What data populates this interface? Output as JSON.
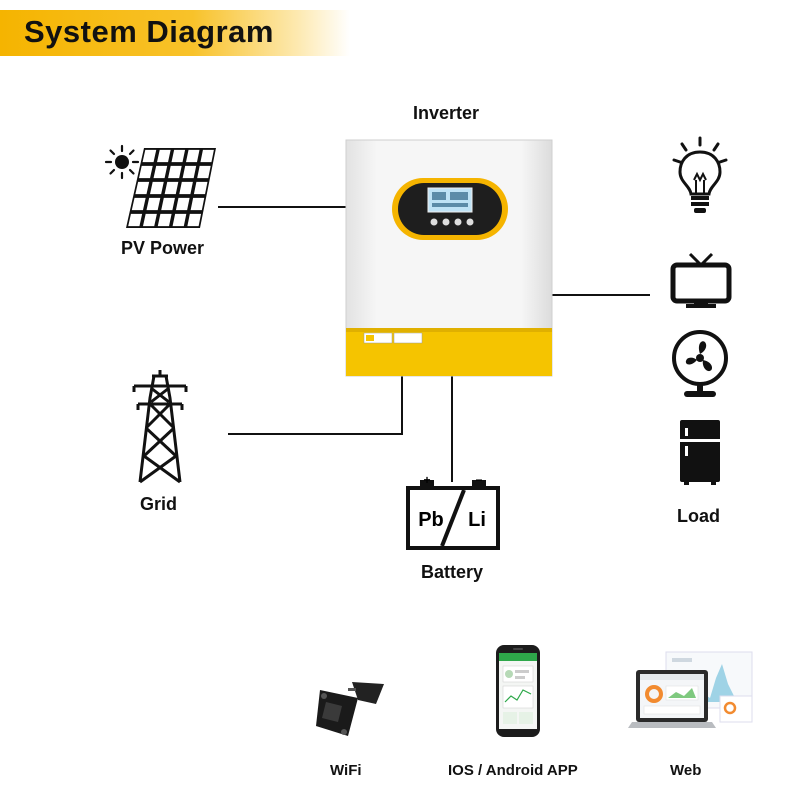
{
  "header": {
    "title": "System Diagram"
  },
  "diagram": {
    "inverter_label": "Inverter",
    "pv_label": "PV Power",
    "grid_label": "Grid",
    "battery_label": "Battery",
    "load_label": "Load",
    "battery_pb": "Pb",
    "battery_li": "Li",
    "battery_plus": "+",
    "battery_minus": "−"
  },
  "monitoring": {
    "wifi_label": "WiFi",
    "app_label": "IOS / Android APP",
    "web_label": "Web"
  },
  "colors": {
    "accent": "#f5b400",
    "inverter_body": "#f2f2f2",
    "line": "#111111"
  },
  "icons": [
    "sun-icon",
    "solar-panel-icon",
    "transmission-tower-icon",
    "lightbulb-icon",
    "tv-icon",
    "fan-icon",
    "fridge-icon",
    "battery-icon",
    "wifi-dongle-icon",
    "smartphone-icon",
    "laptop-icon"
  ]
}
